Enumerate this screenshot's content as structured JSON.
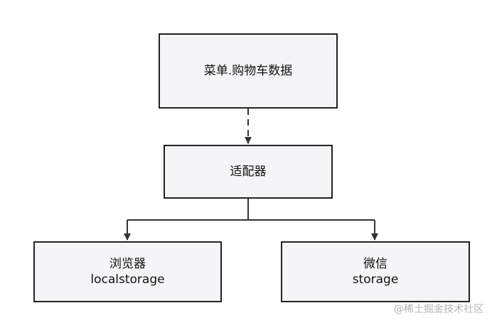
{
  "diagram": {
    "nodes": [
      {
        "id": "source",
        "lines": [
          "菜单.购物车数据"
        ]
      },
      {
        "id": "adapter",
        "lines": [
          "适配器"
        ]
      },
      {
        "id": "browser",
        "lines": [
          "浏览器",
          "localstorage"
        ]
      },
      {
        "id": "wechat",
        "lines": [
          "微信",
          "storage"
        ]
      }
    ],
    "edges": [
      {
        "from": "source",
        "to": "adapter",
        "style": "dashed"
      },
      {
        "from": "adapter",
        "to": "browser",
        "style": "solid"
      },
      {
        "from": "adapter",
        "to": "wechat",
        "style": "solid"
      }
    ]
  },
  "watermark": "@稀土掘金技术社区",
  "colors": {
    "node_fill": "#f5f4f6",
    "node_border": "#222222",
    "connector": "#333333",
    "watermark": "#b4b4b4"
  }
}
